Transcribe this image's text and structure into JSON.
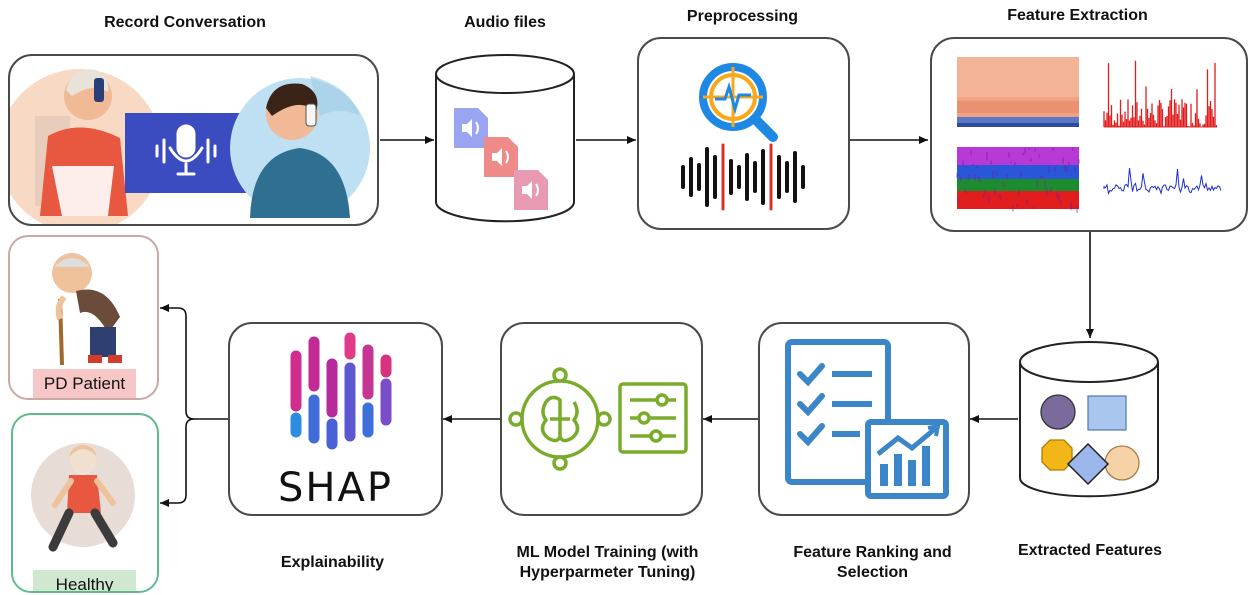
{
  "stages": {
    "record": "Record Conversation",
    "audio": "Audio files",
    "preprocessing": "Preprocessing",
    "feature_extraction": "Feature Extraction",
    "extracted_features": "Extracted Features",
    "ranking": "Feature Ranking and Selection",
    "training": "ML Model Training (with Hyperparmeter Tuning)",
    "explainability": "Explainability"
  },
  "shap_logo_text": "SHAP",
  "outcomes": {
    "patient": "PD Patient",
    "healthy": "Healthy"
  },
  "colors": {
    "box_border": "#4a4a4a",
    "mic_band": "#3b4cc0",
    "patient_tag": "#f7c6c6",
    "healthy_tag": "#cfe8cf",
    "patient_border": "#c9a9a6",
    "healthy_border": "#5dbb8a",
    "ml_green": "#7aac2c",
    "ranking_blue": "#3a86c8"
  }
}
